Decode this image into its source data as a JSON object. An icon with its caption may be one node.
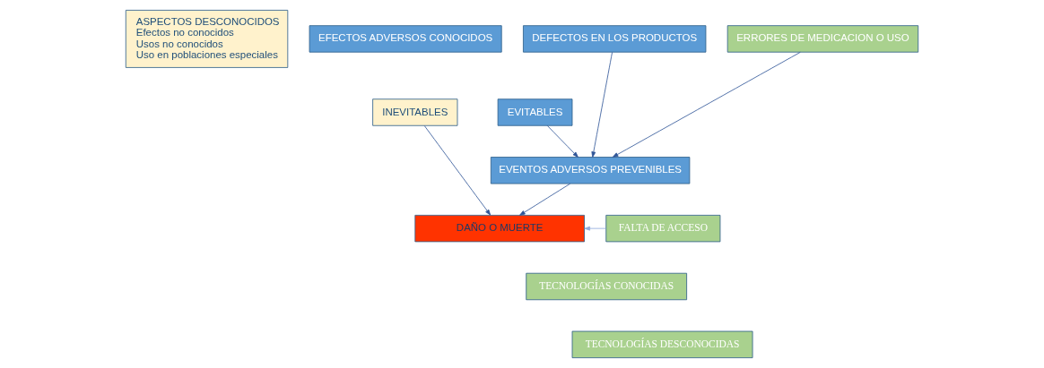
{
  "diagram": {
    "nodes": [
      {
        "text": [
          "ASPECTOS DESCONOCIDOS",
          "Efectos no conocidos",
          "Usos no conocidos",
          "Uso en poblaciones especiales"
        ]
      },
      {
        "text": [
          "EFECTOS ADVERSOS CONOCIDOS"
        ]
      },
      {
        "text": [
          "INEVITABLES"
        ]
      },
      {
        "text": [
          "EVITABLES"
        ]
      },
      {
        "text": [
          "DEFECTOS EN LOS PRODUCTOS"
        ]
      },
      {
        "text": [
          "ERRORES DE MEDICACION O USO"
        ]
      },
      {
        "text": [
          "EVENTOS ADVERSOS PREVENIBLES"
        ]
      },
      {
        "text": [
          "DAÑO O MUERTE"
        ]
      },
      {
        "text": [
          "FALTA DE ACCESO"
        ]
      },
      {
        "text": [
          "TECNOLOGÍAS CONOCIDAS"
        ]
      },
      {
        "text": [
          "TECNOLOGÍAS DESCONOCIDAS"
        ]
      }
    ],
    "edges": [
      {
        "from": 3,
        "to": 6,
        "arrow": "to"
      },
      {
        "from": 4,
        "to": 6,
        "arrow": "to"
      },
      {
        "from": 5,
        "to": 6,
        "arrow": "to"
      },
      {
        "from": 6,
        "to": 7,
        "arrow": "to"
      },
      {
        "from": 2,
        "to": 7,
        "arrow": "to"
      },
      {
        "from": 8,
        "to": 7,
        "arrow": "to",
        "color": "#8faadc"
      }
    ]
  }
}
